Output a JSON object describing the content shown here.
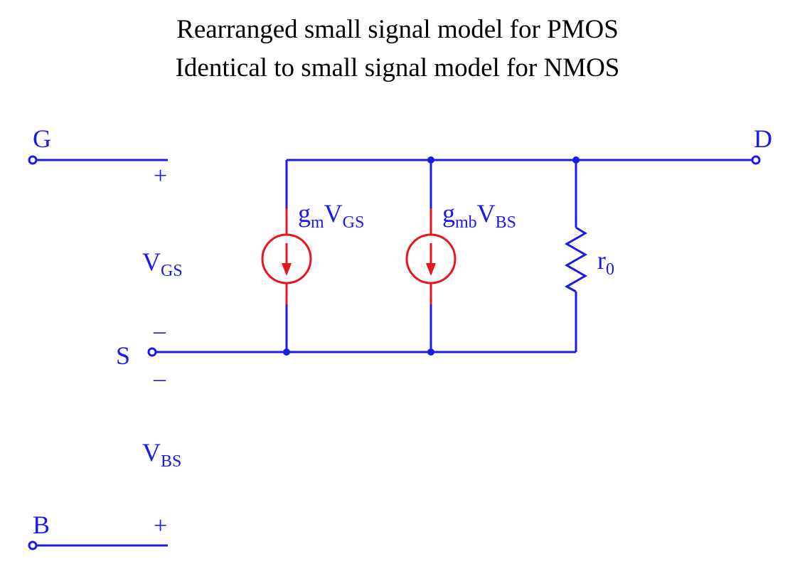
{
  "title": {
    "line1": "Rearranged small signal model for PMOS",
    "line2": "Identical to small signal model for NMOS"
  },
  "terminals": {
    "gate": "G",
    "drain": "D",
    "source": "S",
    "bulk": "B"
  },
  "signs": {
    "gate_plus": "+",
    "source_minus_top": "–",
    "source_minus_bottom": "–",
    "bulk_plus": "+"
  },
  "voltages": {
    "vgs": {
      "main": "V",
      "sub": "GS"
    },
    "vbs": {
      "main": "V",
      "sub": "BS"
    }
  },
  "sources": {
    "gm": {
      "g": "g",
      "g_sub": "m",
      "v": "V",
      "v_sub": "GS"
    },
    "gmb": {
      "g": "g",
      "g_sub": "mb",
      "v": "V",
      "v_sub": "BS"
    }
  },
  "resistor": {
    "r": "r",
    "r_sub": "0"
  },
  "colors": {
    "wire": "#1a1aee",
    "source": "#e8141e",
    "text": "#000000"
  }
}
